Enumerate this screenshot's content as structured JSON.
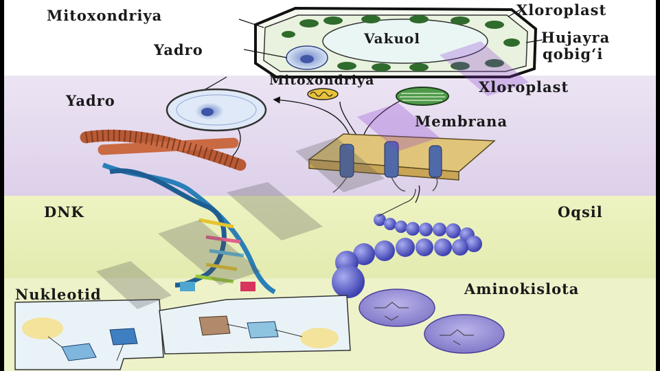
{
  "labels": {
    "mitoxondriya_top": "Mitoxondriya",
    "xloroplast_top": "Xloroplast",
    "vakuol": "Vakuol",
    "yadro_cell": "Yadro",
    "hujayra": "Hujayra",
    "qobigi": "qobig‘i",
    "mitoxondriya_mid": "Mitoxondriya",
    "xloroplast_mid": "Xloroplast",
    "yadro": "Yadro",
    "membrana": "Membrana",
    "dnk": "DNK",
    "oqsil": "Oqsil",
    "nukleotid": "Nukleotid",
    "aminokislota": "Aminokislota"
  },
  "colors": {
    "lilac_band": "#e4d9ef",
    "lime_band": "#e9efbb",
    "cell_green": "#2f6b2c",
    "protein_blue": "#4a4fc0",
    "chromosome": "#b85a35",
    "dna_blue": "#2a7fb8"
  }
}
